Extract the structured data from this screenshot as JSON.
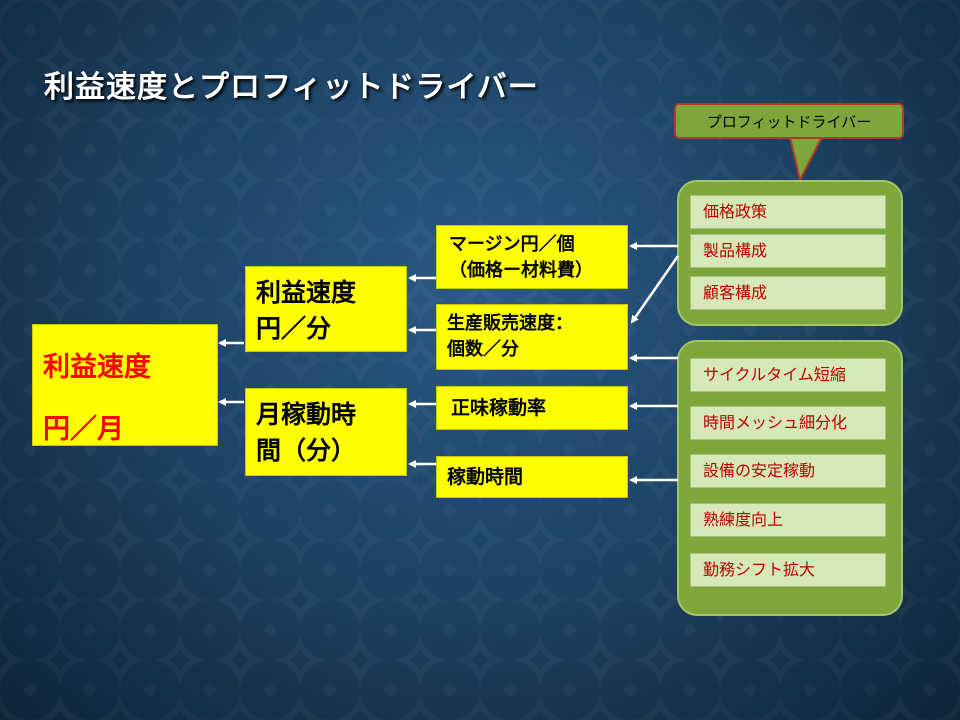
{
  "slide": {
    "title": "利益速度とプロフィットドライバー",
    "callout": "プロフィットドライバー"
  },
  "main_box": {
    "line1": "利益速度",
    "line2": "円／月"
  },
  "profit_speed_box": {
    "line1": "利益速度",
    "line2": "円／分"
  },
  "monthly_time_box": {
    "line1": "月稼動時",
    "line2": "間（分）"
  },
  "margin_box": {
    "line1": "マージン円／個",
    "line2": "（価格ー材料費）"
  },
  "production_speed_box": {
    "line1": "生産販売速度：",
    "line2": "個数／分"
  },
  "utilization_box": {
    "line1": "正味稼動率"
  },
  "operating_time_box": {
    "line1": "稼動時間"
  },
  "drivers_top": [
    "価格政策",
    "製品構成",
    "顧客構成"
  ],
  "drivers_bottom": [
    "サイクルタイム短縮",
    "時間メッシュ細分化",
    "設備の安定稼動",
    "熟練度向上",
    "勤務シフト拡大"
  ]
}
